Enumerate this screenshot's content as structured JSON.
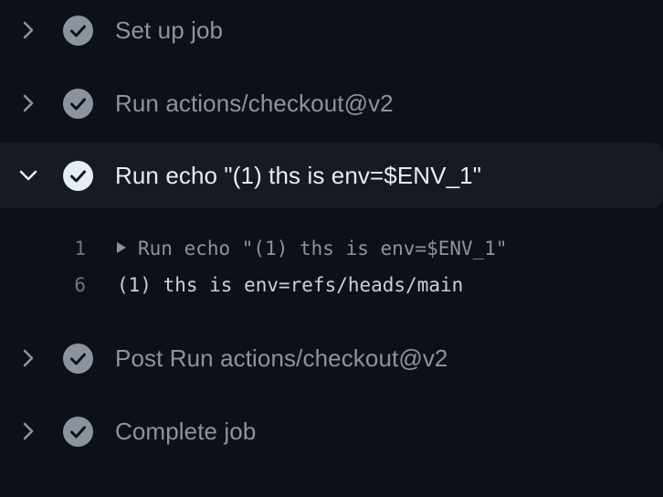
{
  "colors": {
    "background": "#0d1117",
    "expanded_row": "#161b22",
    "step_text": "#8b949e",
    "step_text_active": "#e6edf3",
    "check_fill": "#8b949e",
    "check_fill_active": "#e6edf3",
    "log_text": "#c9d1d9",
    "line_number": "#6e7681"
  },
  "steps": [
    {
      "label": "Set up job",
      "status": "success",
      "expanded": false,
      "icon": "chevron-right-icon"
    },
    {
      "label": "Run actions/checkout@v2",
      "status": "success",
      "expanded": false,
      "icon": "chevron-right-icon"
    },
    {
      "label": "Run echo \"(1) ths is env=$ENV_1\"",
      "status": "success",
      "expanded": true,
      "icon": "chevron-down-icon"
    },
    {
      "label": "Post Run actions/checkout@v2",
      "status": "success",
      "expanded": false,
      "icon": "chevron-right-icon"
    },
    {
      "label": "Complete job",
      "status": "success",
      "expanded": false,
      "icon": "chevron-right-icon"
    }
  ],
  "log": [
    {
      "number": "1",
      "text": "Run echo \"(1) ths is env=$ENV_1\"",
      "collapsible": true
    },
    {
      "number": "6",
      "text": "(1) ths is env=refs/heads/main",
      "collapsible": false
    }
  ]
}
